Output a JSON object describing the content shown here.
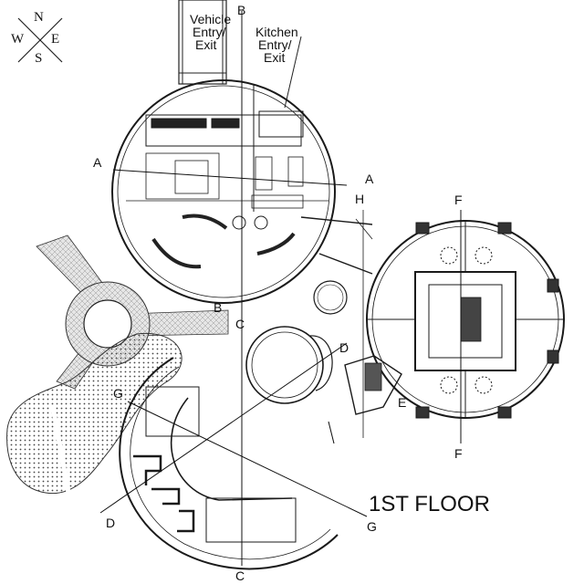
{
  "compass": {
    "north": "N",
    "south": "S",
    "east": "E",
    "west": "W"
  },
  "title": "1ST FLOOR",
  "entries": {
    "vehicle": [
      "Vehicle",
      "Entry/",
      "Exit"
    ],
    "kitchen": [
      "Kitchen",
      "Entry/",
      "Exit"
    ]
  },
  "section_markers": {
    "a_left": "A",
    "a_right": "A",
    "b_top": "B",
    "b_mid": "B",
    "c_mid": "C",
    "c_bottom": "C",
    "d_right": "D",
    "d_left": "D",
    "e": "E",
    "f_top": "F",
    "f_bottom": "F",
    "g_left": "G",
    "g_right": "G",
    "h": "H"
  },
  "colors": {
    "line": "#1a1a1a",
    "hatch": "#9a9a9a",
    "accent": "#d9a0a0"
  }
}
